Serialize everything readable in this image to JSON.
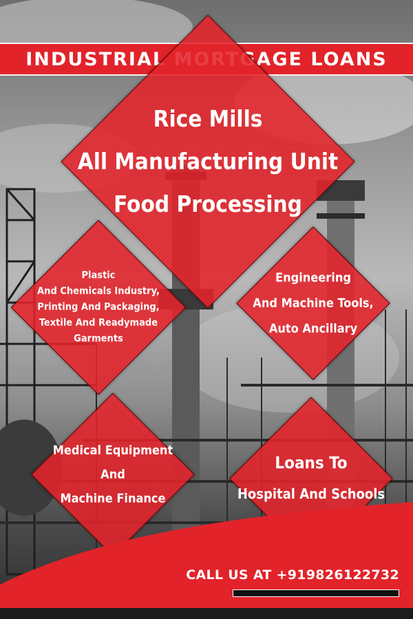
{
  "banner": {
    "title": "INDUSTRIAL MORTGAGE LOANS"
  },
  "diamonds": {
    "top": {
      "lines": [
        "Rice Mills",
        "All Manufacturing Unit",
        "Food Processing"
      ]
    },
    "left": {
      "lines": [
        "Plastic",
        "And Chemicals Industry,",
        "Printing And Packaging,",
        "Textile And Readymade",
        "Garments"
      ]
    },
    "right": {
      "lines": [
        "Engineering",
        "And Machine Tools,",
        "Auto Ancillary"
      ]
    },
    "bottom_left": {
      "lines": [
        "Medical Equipment",
        "And",
        "Machine Finance"
      ]
    },
    "bottom_right": {
      "lines": [
        "Loans To",
        "Hospital And Schools"
      ]
    }
  },
  "contact": {
    "call_text": "CALL US AT +919826122732"
  },
  "colors": {
    "accent": "#e2232a",
    "text": "#ffffff"
  }
}
